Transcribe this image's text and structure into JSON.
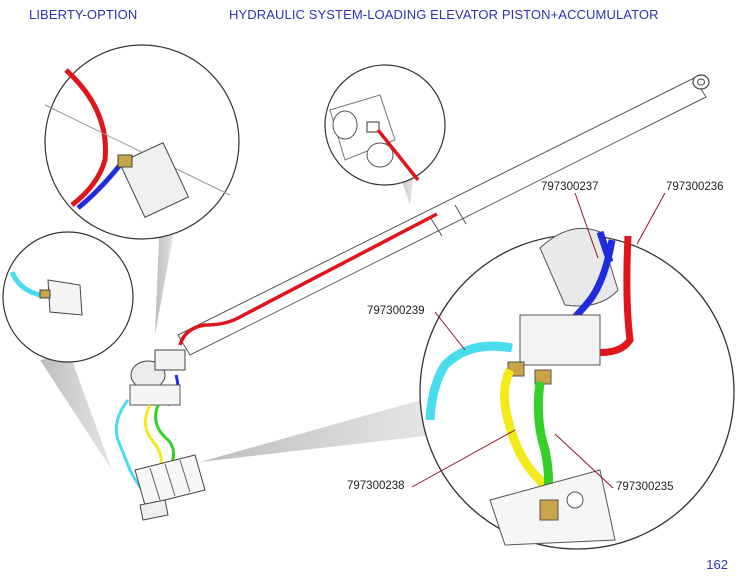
{
  "header": {
    "left_title": "LIBERTY-OPTION",
    "right_title": "HYDRAULIC SYSTEM-LOADING ELEVATOR PISTON+ACCUMULATOR"
  },
  "callouts": {
    "p237": "797300237",
    "p236": "797300236",
    "p239": "797300239",
    "p238": "797300238",
    "p235": "797300235"
  },
  "page_number": "162",
  "colors": {
    "header_text": "#2b33b5",
    "hose_red": "#e0151b",
    "hose_blue": "#1f2bdc",
    "hose_cyan": "#48dcef",
    "hose_yellow": "#f2ea1a",
    "hose_green": "#35d02a",
    "leader": "#8b1a2a"
  }
}
